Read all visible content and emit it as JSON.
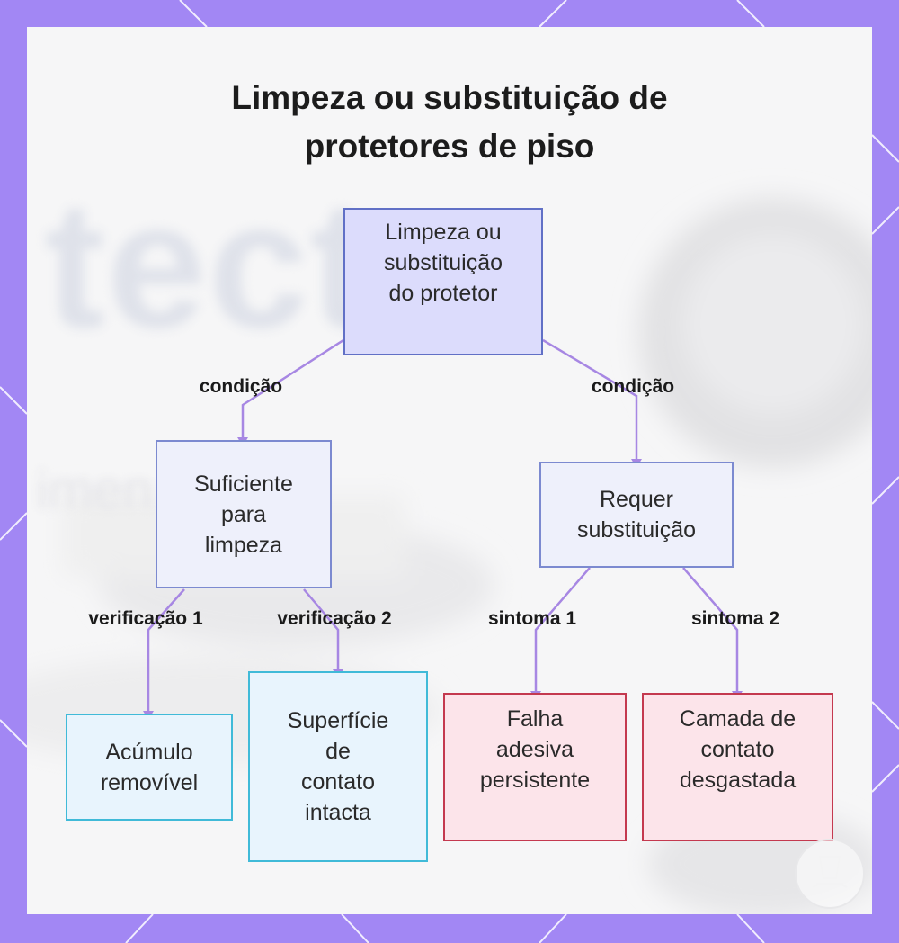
{
  "title": {
    "line1": "Limpeza ou substituição de",
    "line2": "protetores de piso"
  },
  "background": {
    "word": "tect",
    "word2": "imen"
  },
  "nodes": {
    "root": {
      "lines": [
        "Limpeza ou",
        "substituição",
        "do protetor"
      ]
    },
    "clean": {
      "lines": [
        "Suficiente",
        "para",
        "limpeza"
      ]
    },
    "replace": {
      "lines": [
        "Requer",
        "substituição"
      ]
    },
    "residue": {
      "lines": [
        "Acúmulo",
        "removível"
      ]
    },
    "surface": {
      "lines": [
        "Superfície",
        "de",
        "contato",
        "intacta"
      ]
    },
    "adhesive": {
      "lines": [
        "Falha",
        "adesiva",
        "persistente"
      ]
    },
    "worn": {
      "lines": [
        "Camada de",
        "contato",
        "desgastada"
      ]
    }
  },
  "edge_labels": {
    "cond_left": "condição",
    "cond_right": "condição",
    "check1": "verificação 1",
    "check2": "verificação 2",
    "symptom1": "sintoma 1",
    "symptom2": "sintoma 2"
  },
  "colors": {
    "frame": "#a287f4",
    "connector": "#a787e3",
    "root_fill": "#dcdcfc",
    "blue_border": "#40bad8",
    "red_border": "#c4394f"
  },
  "logo": {
    "icon": "cup-icon"
  }
}
